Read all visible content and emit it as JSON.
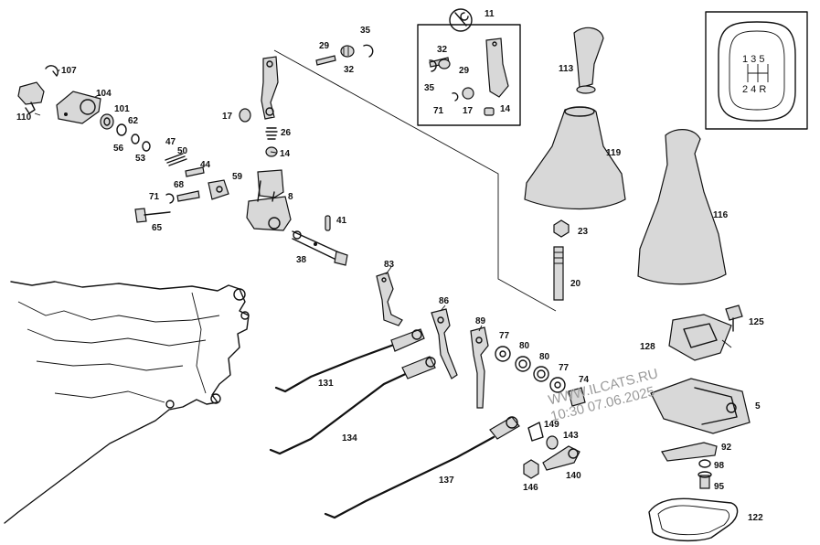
{
  "callouts": [
    {
      "id": "p107",
      "text": "107"
    },
    {
      "id": "p110",
      "text": "110"
    },
    {
      "id": "p104",
      "text": "104"
    },
    {
      "id": "p101",
      "text": "101"
    },
    {
      "id": "p62",
      "text": "62"
    },
    {
      "id": "p56",
      "text": "56"
    },
    {
      "id": "p53",
      "text": "53"
    },
    {
      "id": "p47",
      "text": "47"
    },
    {
      "id": "p50",
      "text": "50"
    },
    {
      "id": "p44",
      "text": "44"
    },
    {
      "id": "p59",
      "text": "59"
    },
    {
      "id": "p68",
      "text": "68"
    },
    {
      "id": "p71a",
      "text": "71"
    },
    {
      "id": "p65",
      "text": "65"
    },
    {
      "id": "p8",
      "text": "8"
    },
    {
      "id": "p41",
      "text": "41"
    },
    {
      "id": "p38",
      "text": "38"
    },
    {
      "id": "p29a",
      "text": "29"
    },
    {
      "id": "p35a",
      "text": "35"
    },
    {
      "id": "p32a",
      "text": "32"
    },
    {
      "id": "p17a",
      "text": "17"
    },
    {
      "id": "p26",
      "text": "26"
    },
    {
      "id": "p14a",
      "text": "14"
    },
    {
      "id": "p11",
      "text": "11"
    },
    {
      "id": "p32b",
      "text": "32"
    },
    {
      "id": "p29b",
      "text": "29"
    },
    {
      "id": "p35b",
      "text": "35"
    },
    {
      "id": "p71b",
      "text": "71"
    },
    {
      "id": "p17b",
      "text": "17"
    },
    {
      "id": "p14b",
      "text": "14"
    },
    {
      "id": "p113",
      "text": "113"
    },
    {
      "id": "p119",
      "text": "119"
    },
    {
      "id": "p116",
      "text": "116"
    },
    {
      "id": "p23",
      "text": "23"
    },
    {
      "id": "p20",
      "text": "20"
    },
    {
      "id": "p83",
      "text": "83"
    },
    {
      "id": "p86",
      "text": "86"
    },
    {
      "id": "p89",
      "text": "89"
    },
    {
      "id": "p77a",
      "text": "77"
    },
    {
      "id": "p80a",
      "text": "80"
    },
    {
      "id": "p80b",
      "text": "80"
    },
    {
      "id": "p77b",
      "text": "77"
    },
    {
      "id": "p74",
      "text": "74"
    },
    {
      "id": "p131",
      "text": "131"
    },
    {
      "id": "p134",
      "text": "134"
    },
    {
      "id": "p137",
      "text": "137"
    },
    {
      "id": "p149",
      "text": "149"
    },
    {
      "id": "p143",
      "text": "143"
    },
    {
      "id": "p140",
      "text": "140"
    },
    {
      "id": "p146",
      "text": "146"
    },
    {
      "id": "p125",
      "text": "125"
    },
    {
      "id": "p128",
      "text": "128"
    },
    {
      "id": "p5",
      "text": "5"
    },
    {
      "id": "p92",
      "text": "92"
    },
    {
      "id": "p98",
      "text": "98"
    },
    {
      "id": "p95",
      "text": "95"
    },
    {
      "id": "p122",
      "text": "122"
    }
  ],
  "shift_pattern": {
    "top_row": "1 3 5",
    "bottom_row": "2 4 R"
  },
  "watermark": {
    "line1": "WWW.ILCATS.RU",
    "line2": "10:30 07.06.2025"
  }
}
